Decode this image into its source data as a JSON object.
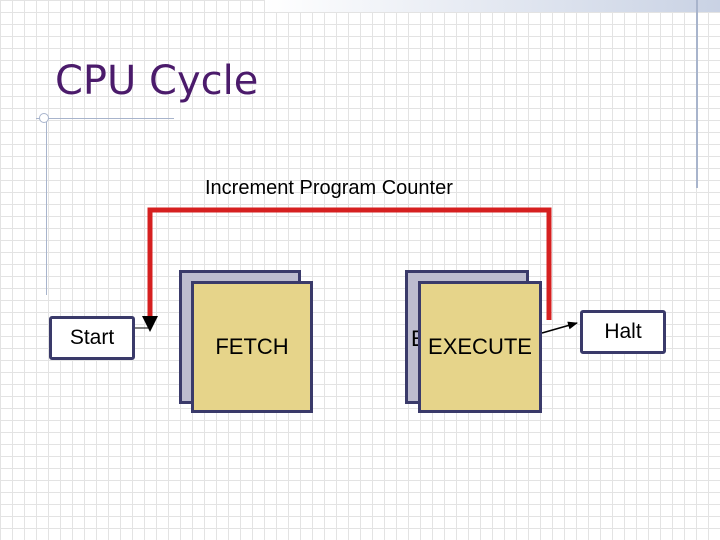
{
  "slide": {
    "title": "CPU Cycle",
    "loop_label": "Increment Program Counter"
  },
  "nodes": {
    "start": "Start",
    "fetch": "FETCH",
    "decode_partial": "E",
    "execute": "EXECUTE",
    "halt": "Halt"
  },
  "colors": {
    "title": "#4b1b6b",
    "loop_line": "#d62020",
    "stage_fill": "#e6d48a",
    "stage_shadow": "#bdbccf",
    "border": "#3a3a6a"
  }
}
